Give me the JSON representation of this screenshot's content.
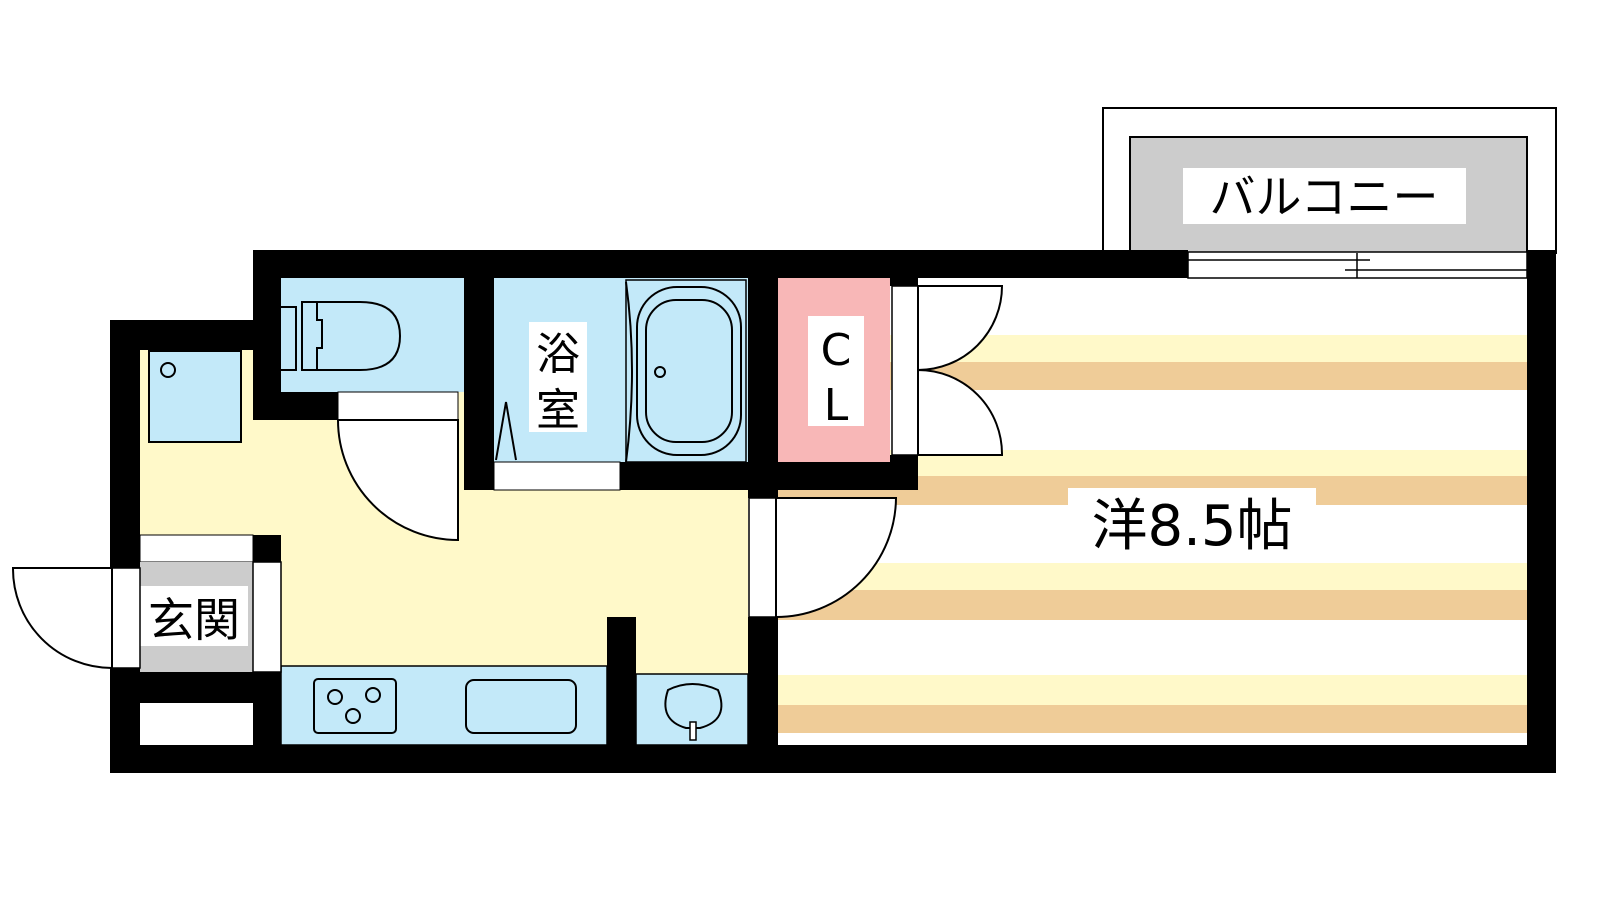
{
  "floorplan": {
    "rooms": {
      "balcony": "バルコニー",
      "bath": [
        "浴",
        "室"
      ],
      "closet": [
        "C",
        "L"
      ],
      "western_room": "洋8.5帖",
      "entrance": "玄関"
    },
    "colors": {
      "wall": "#000000",
      "wet_area": "#c3e9f9",
      "floor_yellow": "#fff9c9",
      "floor_tan": "#efcc98",
      "closet": "#f8b7b7",
      "balcony": "#cccccc",
      "entrance": "#cccccc"
    }
  }
}
